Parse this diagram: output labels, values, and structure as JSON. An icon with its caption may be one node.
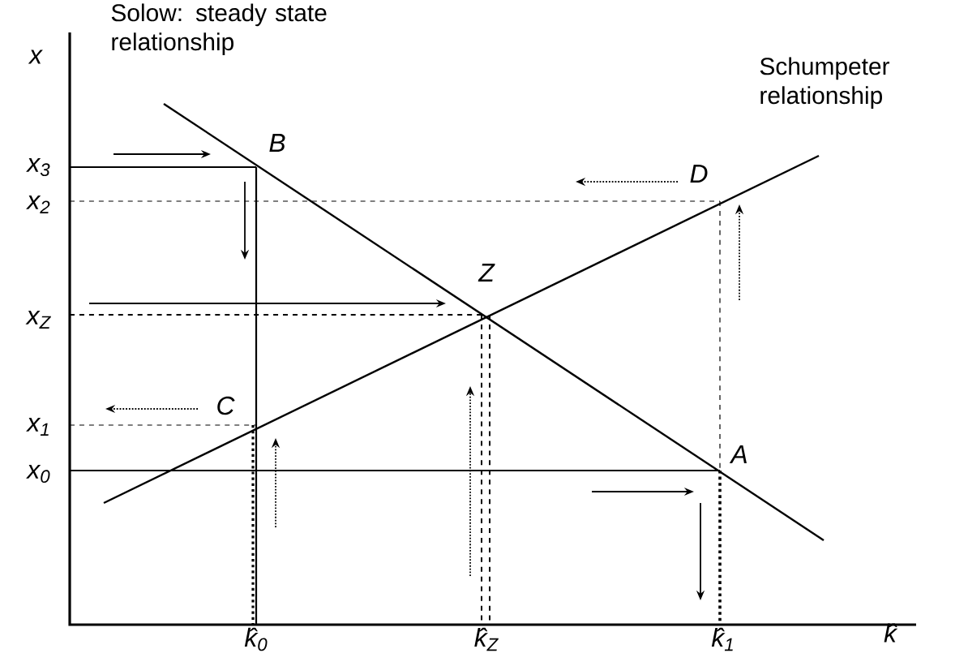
{
  "diagram": {
    "labels": [
      "Solow: steady state relationship",
      "x",
      "Schumpeter relationship",
      "B",
      "x$_{3}$",
      "x$_{2}$",
      "D",
      "Z",
      "x$_{Z}$",
      "C",
      "x$_{1}$",
      "x$_{0}$",
      "A",
      "k̂$_{0}$",
      "k̂$_{Z}$",
      "k̂$_{1}$",
      "k̂"
    ]
  }
}
